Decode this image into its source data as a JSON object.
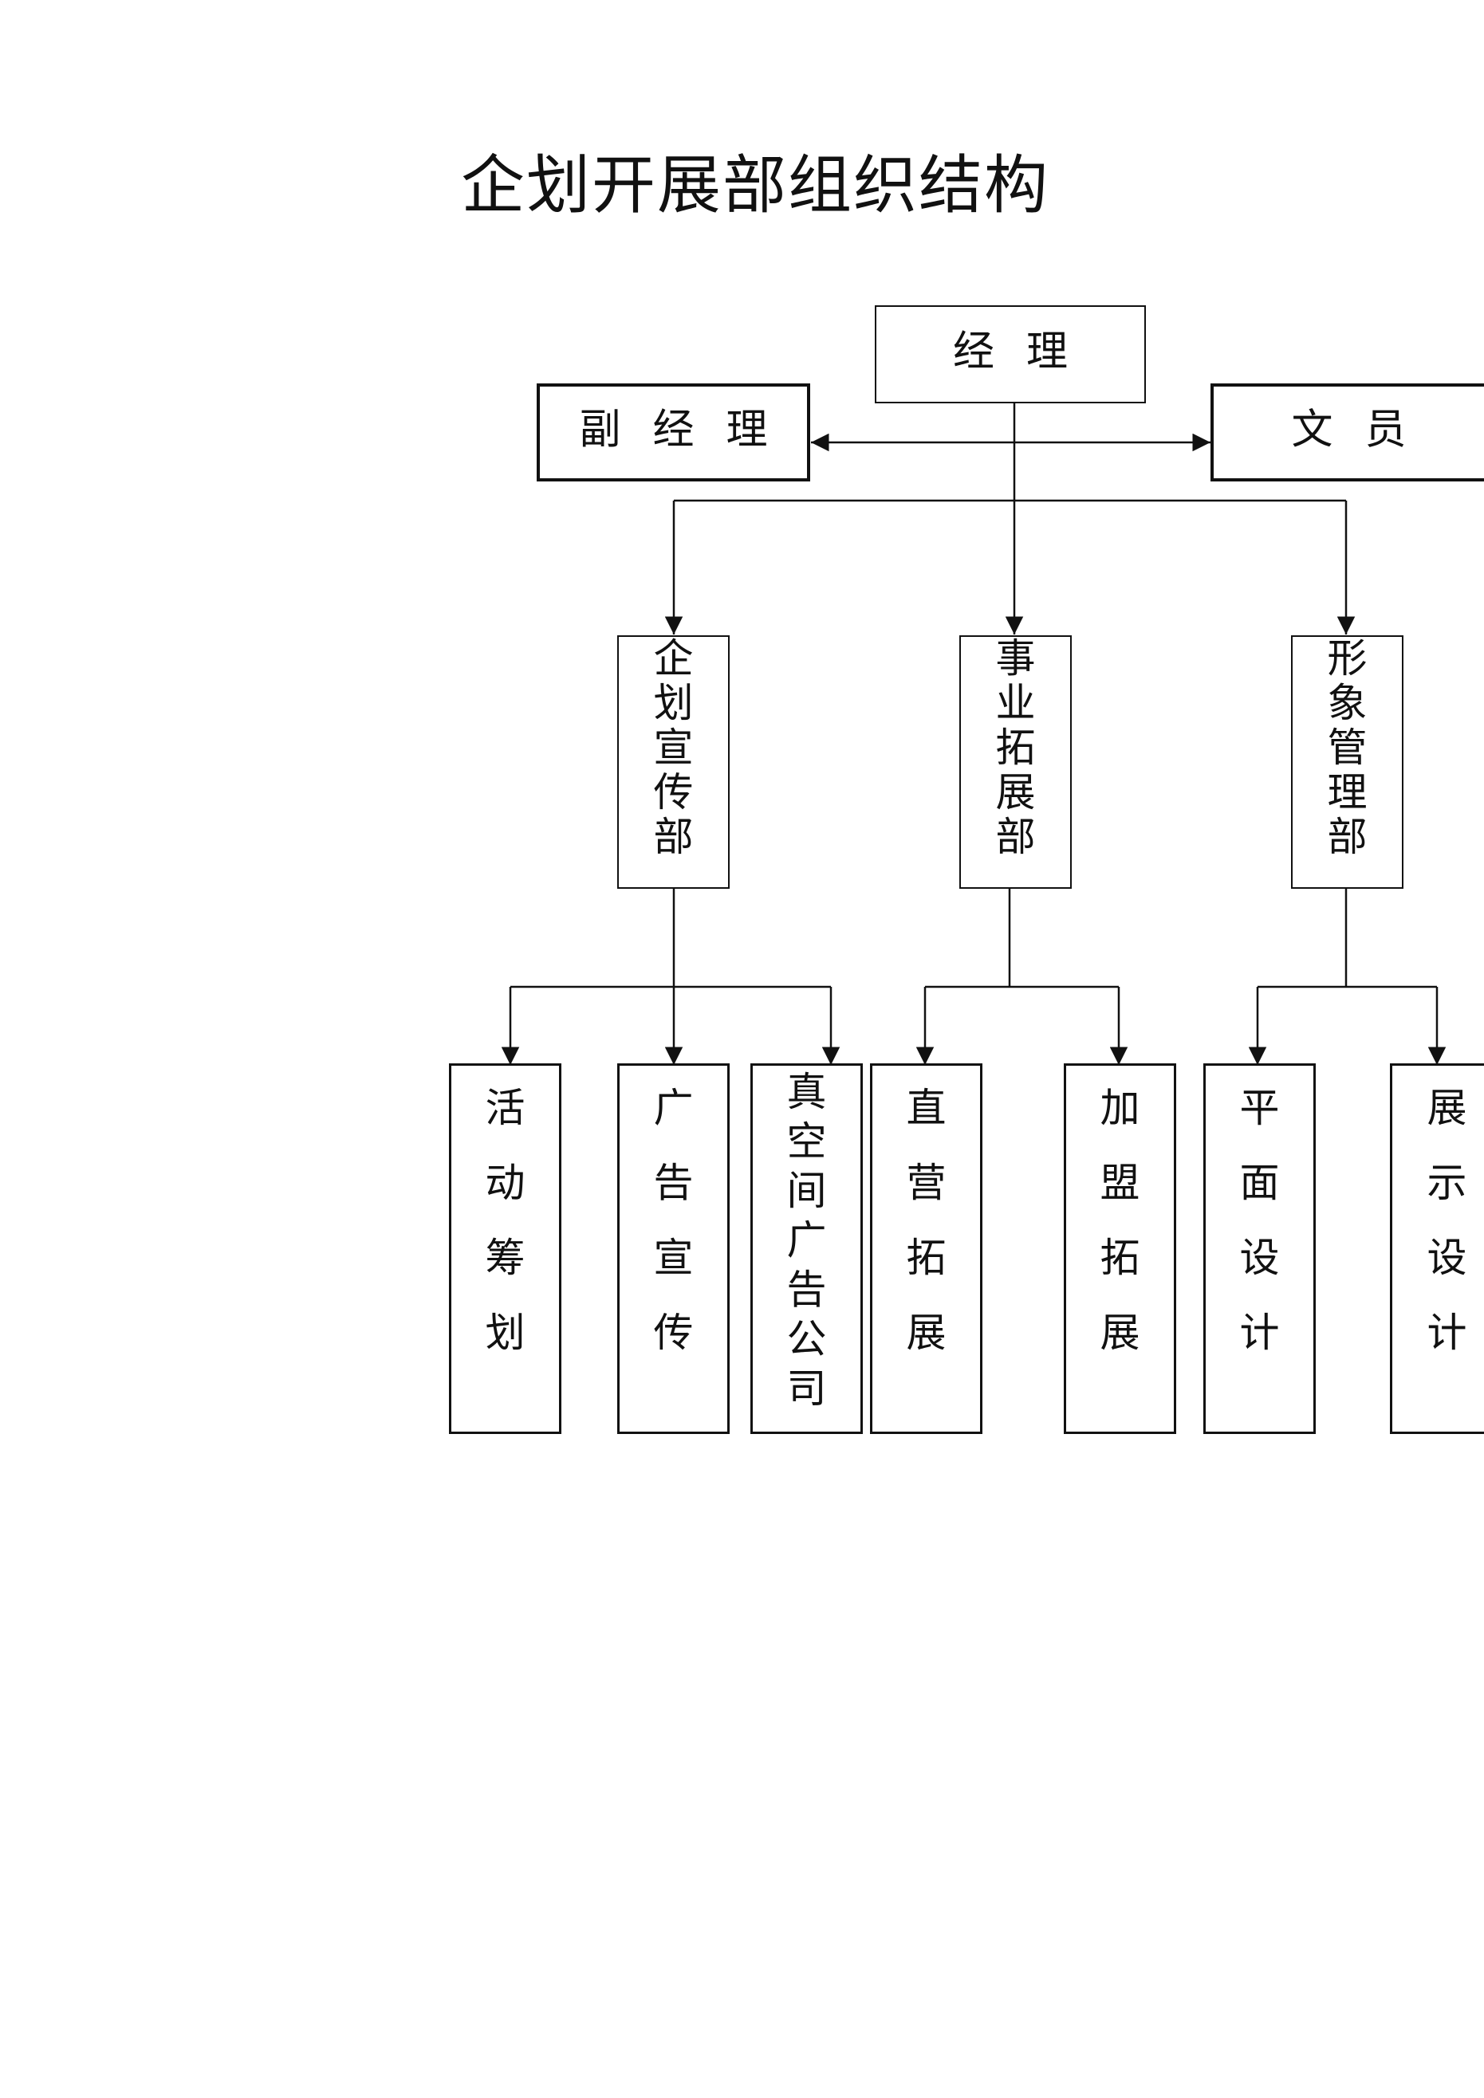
{
  "title": "企划开展部组织结构",
  "manager": "经理",
  "deputy": "副经理",
  "clerk": "文员",
  "departments": [
    {
      "name": "企划宣传部",
      "chars": [
        "企",
        "划",
        "宣",
        "传",
        "部"
      ],
      "units": [
        {
          "name": "活动筹划",
          "chars": [
            "活",
            "动",
            "筹",
            "划"
          ]
        },
        {
          "name": "广告宣传",
          "chars": [
            "广",
            "告",
            "宣",
            "传"
          ]
        },
        {
          "name": "真空间广告公司",
          "chars": [
            "真",
            "空",
            "间",
            "广",
            "告",
            "公",
            "司"
          ]
        }
      ]
    },
    {
      "name": "事业拓展部",
      "chars": [
        "事",
        "业",
        "拓",
        "展",
        "部"
      ],
      "units": [
        {
          "name": "直营拓展",
          "chars": [
            "直",
            "营",
            "拓",
            "展"
          ]
        },
        {
          "name": "加盟拓展",
          "chars": [
            "加",
            "盟",
            "拓",
            "展"
          ]
        }
      ]
    },
    {
      "name": "形象管理部",
      "chars": [
        "形",
        "象",
        "管",
        "理",
        "部"
      ],
      "units": [
        {
          "name": "平面设计",
          "chars": [
            "平",
            "面",
            "设",
            "计"
          ]
        },
        {
          "name": "展示设计",
          "chars": [
            "展",
            "示",
            "设",
            "计"
          ]
        }
      ]
    }
  ]
}
